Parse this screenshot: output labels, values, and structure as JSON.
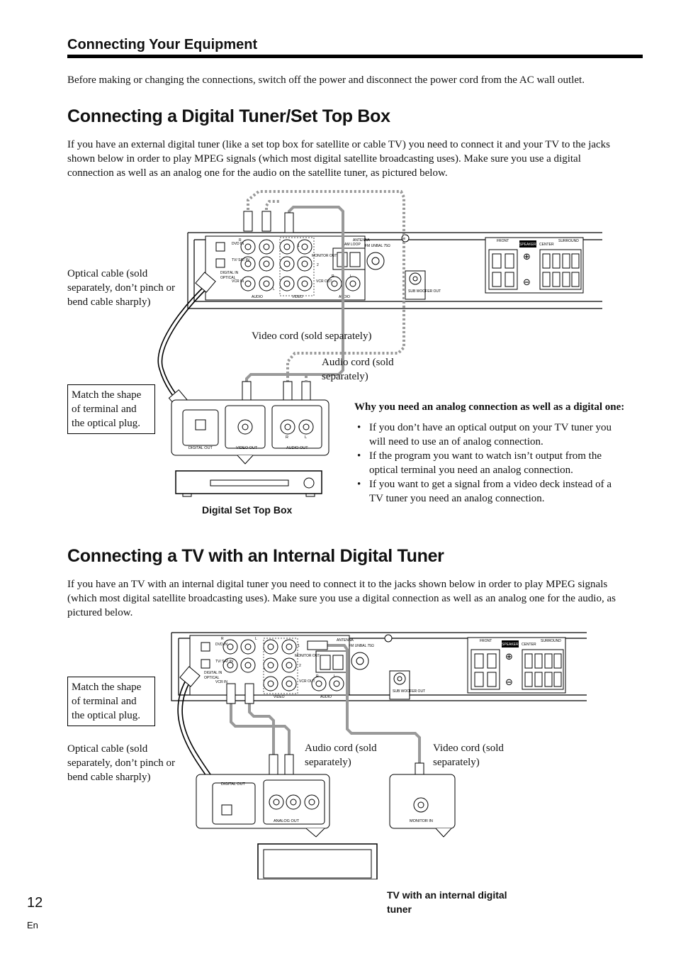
{
  "section_title": "Connecting Your Equipment",
  "intro": "Before making or changing the connections, switch off the power and disconnect the power cord from the AC wall outlet.",
  "set_top": {
    "title": "Connecting a Digital Tuner/Set Top Box",
    "body": "If you have an external digital tuner (like a set top box for satellite or cable TV)  you need to connect it  and your TV to the jacks shown below in order to play MPEG signals (which most digital satellite broadcasting uses). Make sure you use a digital connection as well as an analog one for the audio on the satellite tuner, as pictured below.",
    "optical_caption": "Optical cable (sold separately, don’t pinch or bend cable sharply)",
    "video_cord": "Video cord (sold separately)",
    "audio_cord": "Audio cord (sold separately)",
    "match_shape": "Match the shape of terminal and the optical plug.",
    "device_label": "Digital Set Top Box",
    "why_title": "Why you need an analog connection as well as a digital one:",
    "why_items": [
      "If you don’t have an optical output on your TV tuner you will need to use an of analog connection.",
      "If the program you want to watch isn’t output from the optical terminal you need an analog connection.",
      "If you want to get a signal from a video deck instead of a TV tuner you need an analog connection."
    ]
  },
  "tv": {
    "title": "Connecting a TV with an Internal Digital Tuner",
    "body": "If you have an TV with an internal digital tuner  you need to connect it to the jacks shown below in order to play MPEG signals (which most digital satellite broadcasting uses). Make sure you use a digital connection as well as an analog one for the audio, as pictured below.",
    "match_shape": "Match the shape of terminal and the optical plug.",
    "optical_caption": "Optical cable (sold separately, don’t pinch or bend cable sharply)",
    "audio_cord": "Audio cord (sold separately)",
    "video_cord": "Video cord (sold separately)",
    "device_label": "TV with an internal digital tuner"
  },
  "panel_labels": {
    "dvd_in": "DVD IN",
    "tv_sat_in": "TV/ SAT IN",
    "vcr_in": "VCR IN",
    "dig_in": "DIGITAL IN",
    "opt": "OPTICAL",
    "audio": "AUDIO",
    "video": "VIDEO",
    "monitor_out": "MONITOR OUT",
    "vcr_out": "VCR OUT",
    "antenna": "ANTENNA",
    "am_loop": "AM LOOP",
    "fm_unbal": "FM UNBAL 75Ω",
    "sub_woofer_out": "SUB WOOFER OUT",
    "front": "FRONT",
    "speakers": "SPEAKERS",
    "center": "CENTER",
    "surround": "SURROUND",
    "r": "R",
    "l": "L",
    "one": "1",
    "two": "2",
    "plus": "⊕",
    "minus": "⊖"
  },
  "device_labels": {
    "digital_out": "DIGITAL OUT",
    "video_out": "VIDEO OUT",
    "audio_out": "AUDIO OUT",
    "analog_out": "ANALOG OUT",
    "monitor_in": "MONITOR IN"
  },
  "page_number": "12",
  "page_lang": "En"
}
